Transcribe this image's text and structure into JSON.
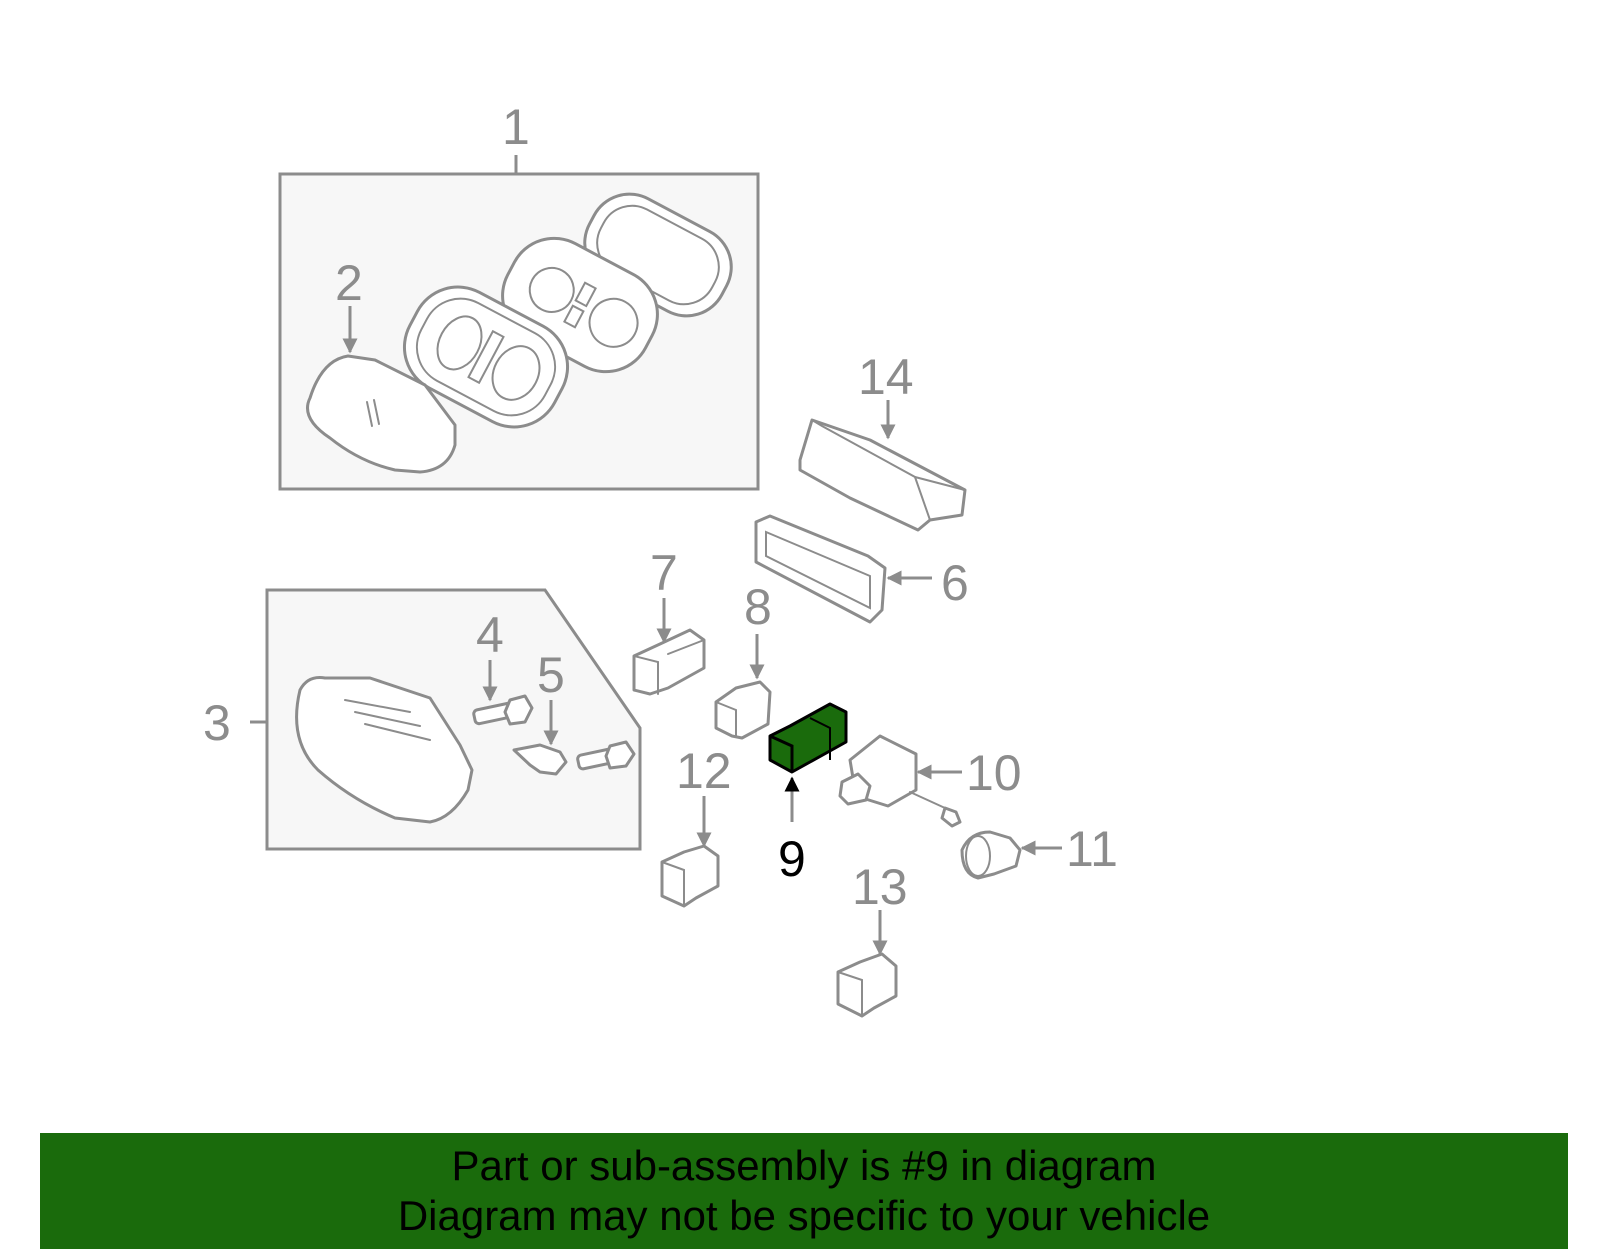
{
  "callouts": {
    "c1": "1",
    "c2": "2",
    "c3": "3",
    "c4": "4",
    "c5": "5",
    "c6": "6",
    "c7": "7",
    "c8": "8",
    "c9": "9",
    "c10": "10",
    "c11": "11",
    "c12": "12",
    "c13": "13",
    "c14": "14"
  },
  "highlight": {
    "part_number": "9",
    "color": "#1a6b0c"
  },
  "banner": {
    "line1": "Part or sub-assembly is #9 in diagram",
    "line2": "Diagram may not be specific to your vehicle",
    "background": "#1a6b0c"
  }
}
